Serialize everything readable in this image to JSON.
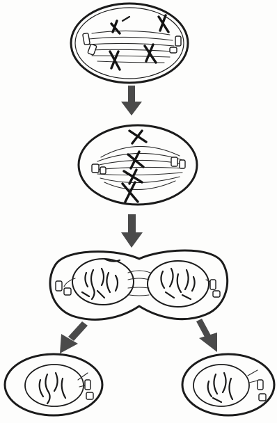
{
  "figure": {
    "stages": [
      {
        "id": "stage-1",
        "chromosome_count": 4
      },
      {
        "id": "stage-2",
        "chromosome_count": 4
      },
      {
        "id": "stage-3",
        "chromosome_count": 8
      },
      {
        "id": "stage-4a",
        "chromosome_count": 4
      },
      {
        "id": "stage-4b",
        "chromosome_count": 4
      }
    ],
    "colors": {
      "ink": "#1b1b1b",
      "arrow": "#4a4a4a",
      "background": "#fdfdfc"
    }
  }
}
